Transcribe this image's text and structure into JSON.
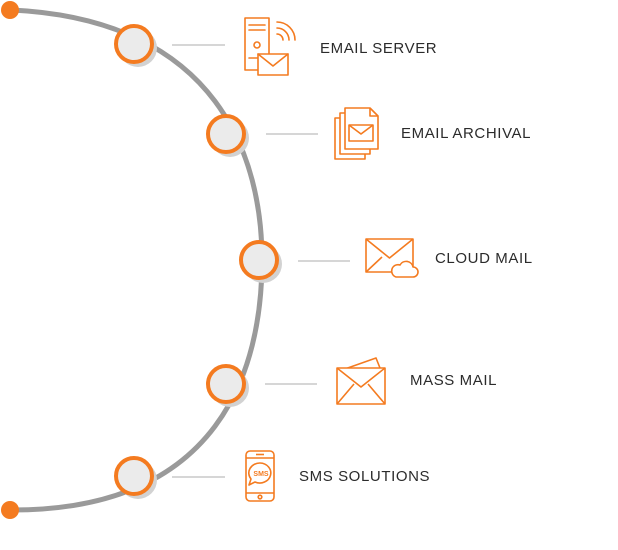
{
  "colors": {
    "accent": "#f47b20",
    "arc": "#9a9a9a",
    "node_fill": "#ebebeb",
    "connector": "#c8c8c8",
    "text": "#2b2b2b"
  },
  "services": [
    {
      "label": "EMAIL SERVER",
      "icon": "email-server-icon"
    },
    {
      "label": "EMAIL ARCHIVAL",
      "icon": "email-archival-icon"
    },
    {
      "label": "CLOUD MAIL",
      "icon": "cloud-mail-icon"
    },
    {
      "label": "MASS MAIL",
      "icon": "mass-mail-icon"
    },
    {
      "label": "SMS SOLUTIONS",
      "icon": "sms-solutions-icon",
      "icon_text": "SMS"
    }
  ]
}
